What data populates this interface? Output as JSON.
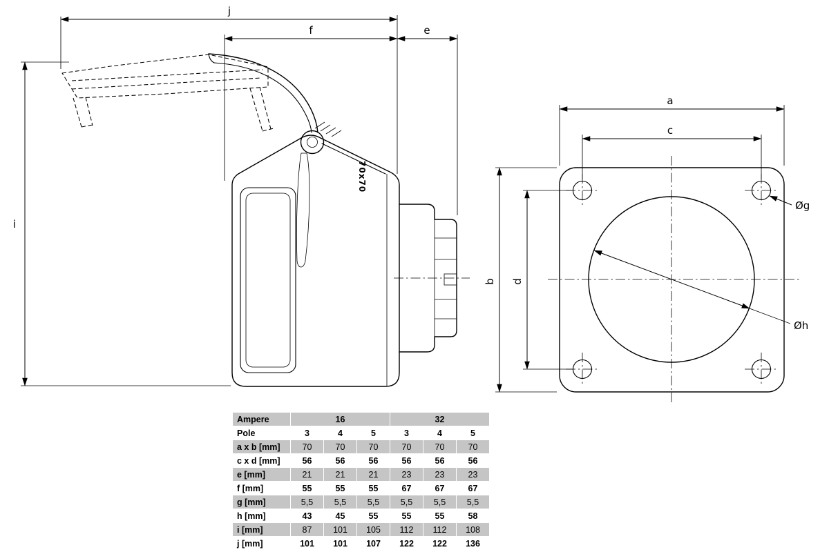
{
  "drawing": {
    "side_view": {
      "dim_i": "i",
      "dim_j": "j",
      "dim_f": "f",
      "dim_e": "e",
      "marking": "70x70"
    },
    "front_view": {
      "dim_a": "a",
      "dim_b": "b",
      "dim_c": "c",
      "dim_d": "d",
      "dim_g": "Øg",
      "dim_h": "Øh"
    }
  },
  "table": {
    "header": {
      "ampere_label": "Ampere",
      "ampere_groups": [
        {
          "label": "16",
          "span": 3
        },
        {
          "label": "32",
          "span": 3
        }
      ],
      "pole_label": "Pole",
      "pole_values": [
        "3",
        "4",
        "5",
        "3",
        "4",
        "5"
      ]
    },
    "rows": [
      {
        "label": "a x b [mm]",
        "values": [
          "70",
          "70",
          "70",
          "70",
          "70",
          "70"
        ]
      },
      {
        "label": "c x d [mm]",
        "values": [
          "56",
          "56",
          "56",
          "56",
          "56",
          "56"
        ]
      },
      {
        "label": "e [mm]",
        "values": [
          "21",
          "21",
          "21",
          "23",
          "23",
          "23"
        ]
      },
      {
        "label": "f [mm]",
        "values": [
          "55",
          "55",
          "55",
          "67",
          "67",
          "67"
        ]
      },
      {
        "label": "g [mm]",
        "values": [
          "5,5",
          "5,5",
          "5,5",
          "5,5",
          "5,5",
          "5,5"
        ]
      },
      {
        "label": "h [mm]",
        "values": [
          "43",
          "45",
          "55",
          "55",
          "55",
          "58"
        ]
      },
      {
        "label": "i [mm]",
        "values": [
          "87",
          "101",
          "105",
          "112",
          "112",
          "108"
        ]
      },
      {
        "label": "j [mm]",
        "values": [
          "101",
          "101",
          "107",
          "122",
          "122",
          "136"
        ]
      }
    ]
  }
}
